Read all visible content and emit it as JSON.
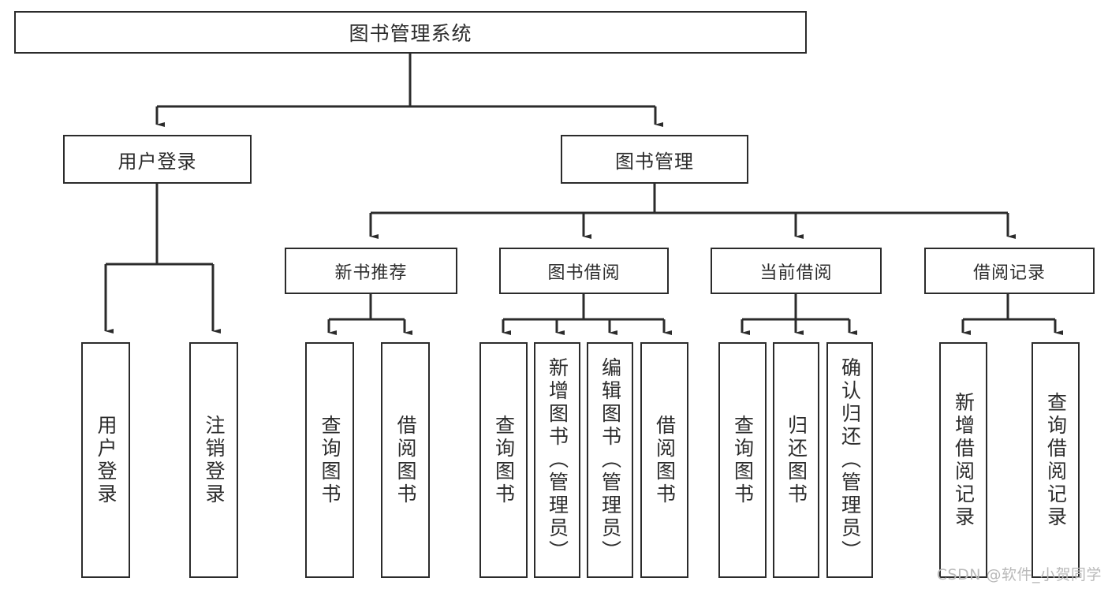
{
  "diagram": {
    "type": "tree-hierarchy-diagram",
    "title": "图书管理系统",
    "colors": {
      "stroke": "#2b2b2b",
      "fill": "#ffffff",
      "text": "#2c2c2c",
      "watermark": "#b9b9b9"
    },
    "root": {
      "id": "root",
      "label": "图书管理系统"
    },
    "level2": [
      {
        "id": "user-login",
        "label": "用户登录"
      },
      {
        "id": "book-management",
        "label": "图书管理"
      }
    ],
    "level3": [
      {
        "id": "new-book-recommend",
        "label": "新书推荐",
        "parent": "book-management"
      },
      {
        "id": "book-borrow",
        "label": "图书借阅",
        "parent": "book-management"
      },
      {
        "id": "current-borrow",
        "label": "当前借阅",
        "parent": "book-management"
      },
      {
        "id": "borrow-record",
        "label": "借阅记录",
        "parent": "book-management"
      }
    ],
    "leaves": [
      {
        "id": "leaf-user-login",
        "label": "用户登录",
        "parent": "user-login"
      },
      {
        "id": "leaf-logout",
        "label": "注销登录",
        "parent": "user-login"
      },
      {
        "id": "leaf-query-book-1",
        "label": "查询图书",
        "parent": "new-book-recommend"
      },
      {
        "id": "leaf-borrow-book-1",
        "label": "借阅图书",
        "parent": "new-book-recommend"
      },
      {
        "id": "leaf-query-book-2",
        "label": "查询图书",
        "parent": "book-borrow"
      },
      {
        "id": "leaf-add-book",
        "label": "新增图书（管理员）",
        "parent": "book-borrow"
      },
      {
        "id": "leaf-edit-book",
        "label": "编辑图书（管理员）",
        "parent": "book-borrow"
      },
      {
        "id": "leaf-borrow-book-2",
        "label": "借阅图书",
        "parent": "book-borrow"
      },
      {
        "id": "leaf-query-book-3",
        "label": "查询图书",
        "parent": "current-borrow"
      },
      {
        "id": "leaf-return-book",
        "label": "归还图书",
        "parent": "current-borrow"
      },
      {
        "id": "leaf-confirm-return",
        "label": "确认归还（管理员）",
        "parent": "current-borrow"
      },
      {
        "id": "leaf-add-record",
        "label": "新增借阅记录",
        "parent": "borrow-record"
      },
      {
        "id": "leaf-query-record",
        "label": "查询借阅记录",
        "parent": "borrow-record"
      }
    ]
  },
  "watermark": {
    "text": "CSDN @软件_小贺同学"
  }
}
